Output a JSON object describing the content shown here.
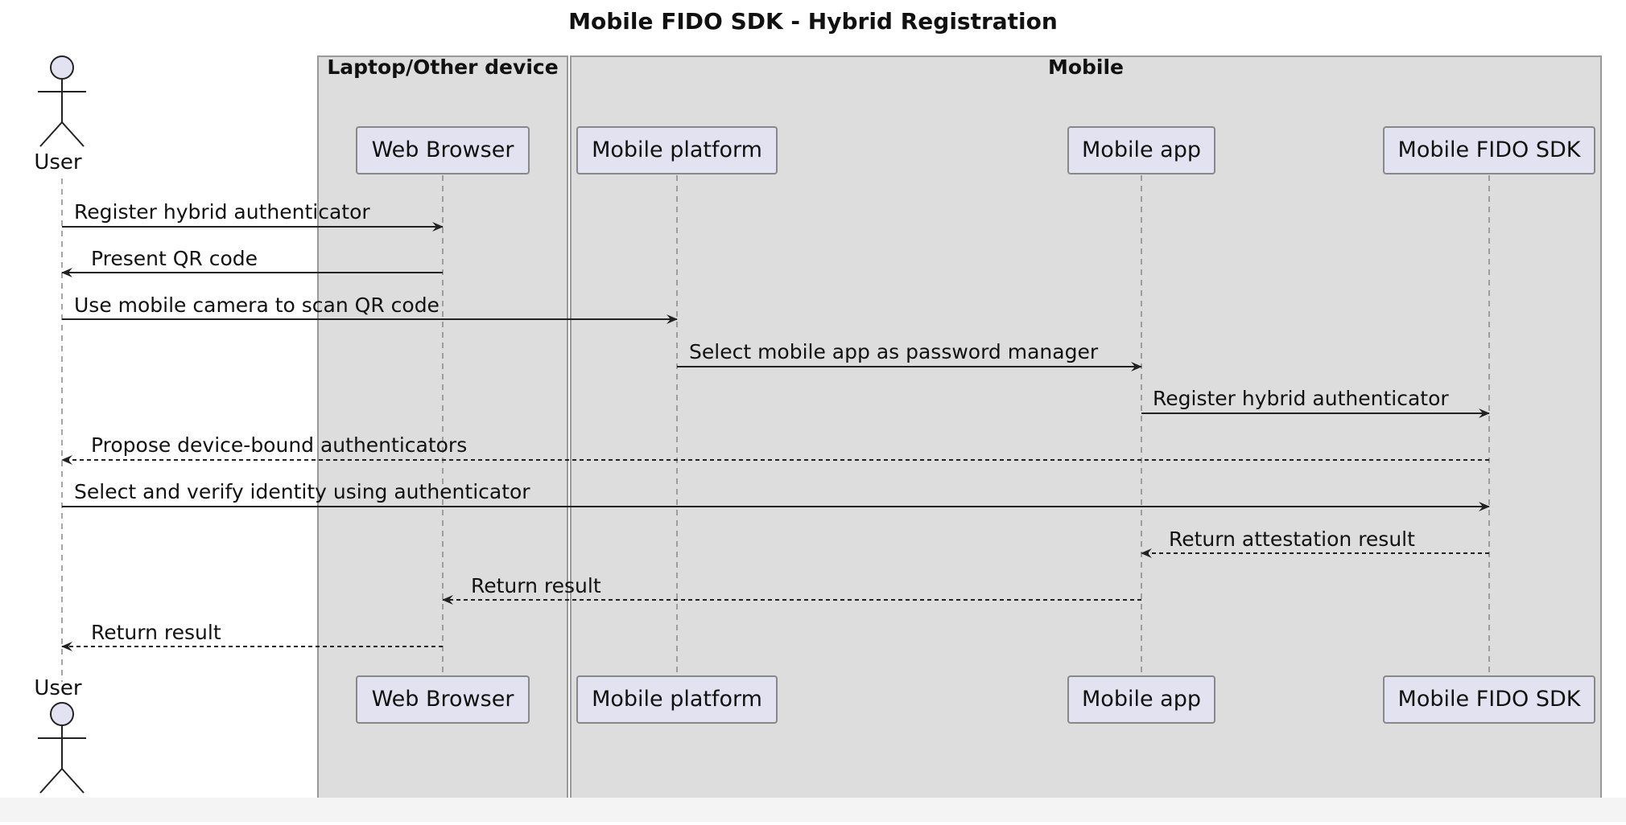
{
  "diagram": {
    "title": "Mobile FIDO SDK - Hybrid Registration",
    "groups": [
      {
        "id": "laptop",
        "label": "Laptop/Other device"
      },
      {
        "id": "mobile",
        "label": "Mobile"
      }
    ],
    "participants": [
      {
        "id": "user",
        "label": "User",
        "kind": "actor"
      },
      {
        "id": "browser",
        "label": "Web Browser",
        "kind": "box",
        "group": "laptop"
      },
      {
        "id": "platform",
        "label": "Mobile platform",
        "kind": "box",
        "group": "mobile"
      },
      {
        "id": "app",
        "label": "Mobile app",
        "kind": "box",
        "group": "mobile"
      },
      {
        "id": "sdk",
        "label": "Mobile FIDO SDK",
        "kind": "box",
        "group": "mobile"
      }
    ],
    "messages": [
      {
        "from": "user",
        "to": "browser",
        "label": "Register hybrid authenticator",
        "style": "solid"
      },
      {
        "from": "browser",
        "to": "user",
        "label": "Present QR code",
        "style": "solid"
      },
      {
        "from": "user",
        "to": "platform",
        "label": "Use mobile camera to scan QR code",
        "style": "solid"
      },
      {
        "from": "platform",
        "to": "app",
        "label": "Select mobile app as password manager",
        "style": "solid"
      },
      {
        "from": "app",
        "to": "sdk",
        "label": "Register hybrid authenticator",
        "style": "solid"
      },
      {
        "from": "sdk",
        "to": "user",
        "label": "Propose device-bound authenticators",
        "style": "dashed"
      },
      {
        "from": "user",
        "to": "sdk",
        "label": "Select and verify identity using authenticator",
        "style": "solid"
      },
      {
        "from": "sdk",
        "to": "app",
        "label": "Return attestation result",
        "style": "dashed"
      },
      {
        "from": "app",
        "to": "browser",
        "label": "Return result",
        "style": "dashed"
      },
      {
        "from": "browser",
        "to": "user",
        "label": "Return result",
        "style": "dashed"
      }
    ],
    "colors": {
      "group_fill": "#dddddd",
      "group_stroke": "#999999",
      "participant_fill": "#e2e2f0",
      "participant_stroke": "#888888",
      "line": "#222222",
      "lifeline": "#888888"
    }
  }
}
